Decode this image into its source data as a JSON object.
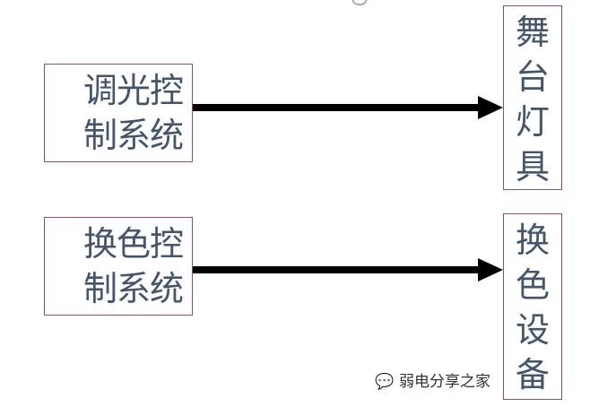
{
  "left_boxes": [
    {
      "text": "调光控制系统",
      "line1": "调光控",
      "line2": "制系统"
    },
    {
      "text": "换色控制系统",
      "line1": "换色控",
      "line2": "制系统"
    }
  ],
  "right_boxes": [
    {
      "chars": [
        "舞",
        "台",
        "灯",
        "具"
      ]
    },
    {
      "chars": [
        "换",
        "色",
        "设",
        "备"
      ]
    }
  ],
  "watermark": "弱电分享之家",
  "colors": {
    "text": "#44546a",
    "border": "#9a4a70",
    "arrow": "#000000"
  }
}
